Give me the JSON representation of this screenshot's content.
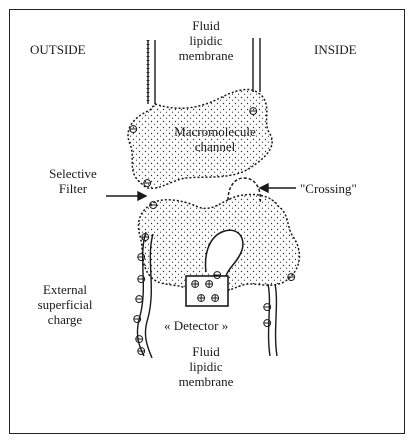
{
  "labels": {
    "outside": "OUTSIDE",
    "inside": "INSIDE",
    "fluid_membrane_top": [
      "Fluid",
      "lipidic",
      "membrane"
    ],
    "macromolecule_channel": [
      "Macromolecule",
      "channel"
    ],
    "selective_filter": [
      "Selective",
      "Filter"
    ],
    "crossing": "\"Crossing\"",
    "external_charge": [
      "External",
      "superficial",
      "charge"
    ],
    "detector": "« Detector »",
    "fluid_membrane_bottom": [
      "Fluid",
      "lipidic",
      "membrane"
    ]
  },
  "charge_symbol": "⊖",
  "detector_symbol": "⊕",
  "colors": {
    "ink": "#1a1a1a",
    "background": "#ffffff"
  }
}
